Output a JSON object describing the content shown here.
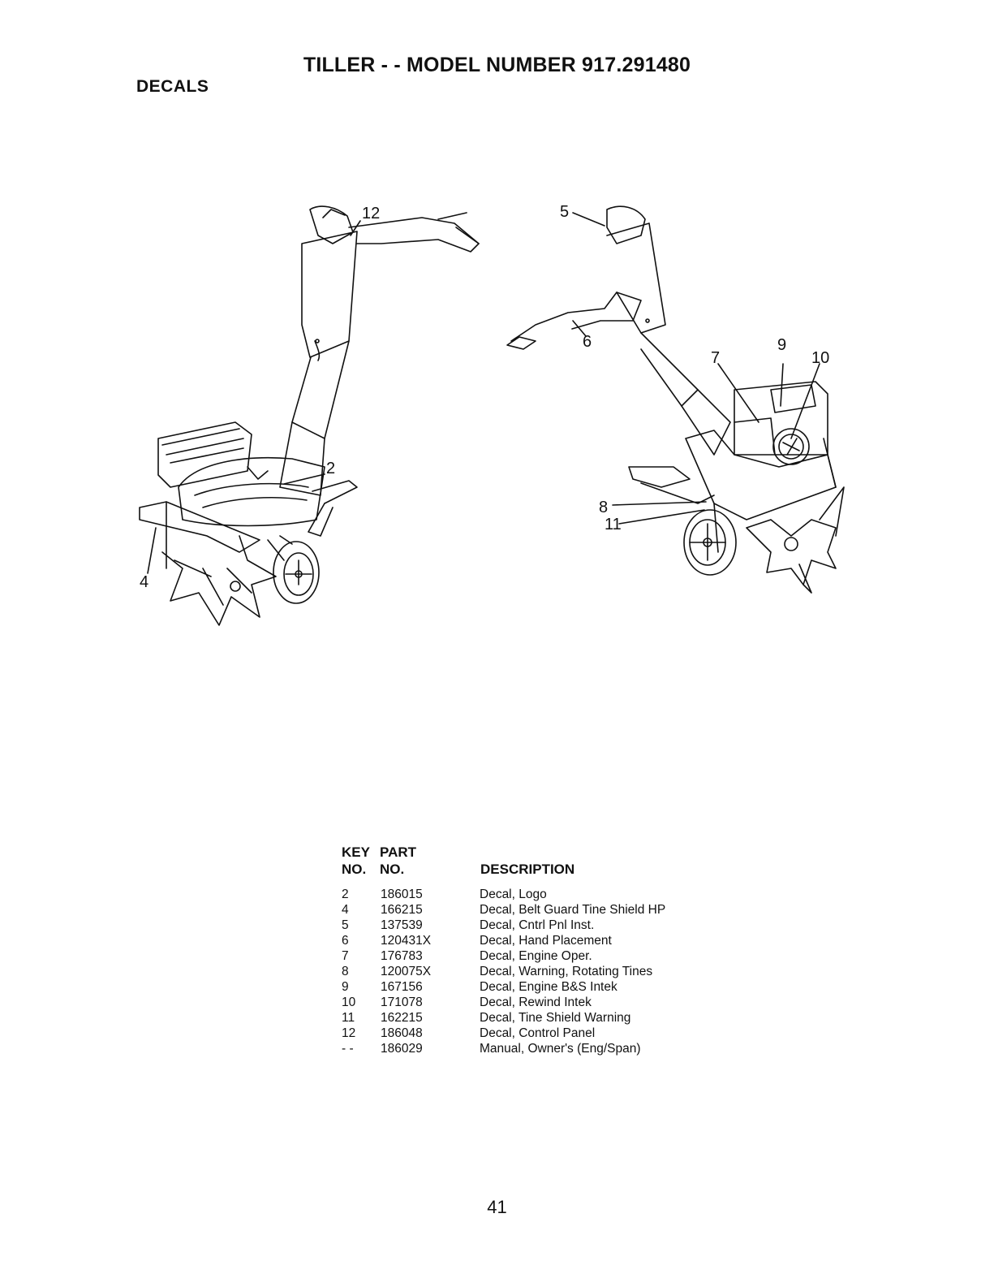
{
  "header": {
    "title": "TILLER - - MODEL NUMBER 917.291480",
    "section": "DECALS"
  },
  "callouts": {
    "c12": "12",
    "c2": "2",
    "c4": "4",
    "c5": "5",
    "c6": "6",
    "c7": "7",
    "c9": "9",
    "c10": "10",
    "c8": "8",
    "c11": "11"
  },
  "parts_table": {
    "col_key_line1": "KEY",
    "col_key_line2": "NO.",
    "col_part_line1": "PART",
    "col_part_line2": "NO.",
    "col_desc": "DESCRIPTION",
    "rows": [
      {
        "key": "2",
        "part": "186015",
        "desc": "Decal, Logo"
      },
      {
        "key": "4",
        "part": "166215",
        "desc": "Decal, Belt Guard Tine Shield HP"
      },
      {
        "key": "5",
        "part": "137539",
        "desc": "Decal, Cntrl Pnl Inst."
      },
      {
        "key": "6",
        "part": "120431X",
        "desc": "Decal, Hand Placement"
      },
      {
        "key": "7",
        "part": "176783",
        "desc": "Decal, Engine Oper."
      },
      {
        "key": "8",
        "part": "120075X",
        "desc": "Decal, Warning, Rotating Tines"
      },
      {
        "key": "9",
        "part": "167156",
        "desc": "Decal, Engine B&S Intek"
      },
      {
        "key": "10",
        "part": "171078",
        "desc": "Decal, Rewind Intek"
      },
      {
        "key": "11",
        "part": "162215",
        "desc": "Decal, Tine Shield Warning"
      },
      {
        "key": "12",
        "part": "186048",
        "desc": "Decal, Control Panel"
      },
      {
        "key": "- -",
        "part": "186029",
        "desc": "Manual, Owner's (Eng/Span)"
      }
    ]
  },
  "footer": {
    "page_number": "41"
  }
}
